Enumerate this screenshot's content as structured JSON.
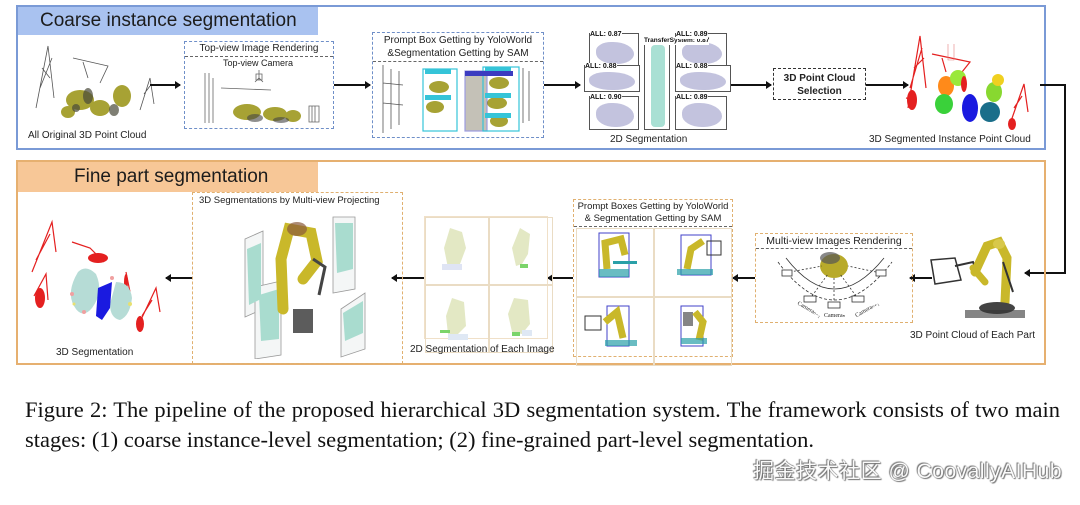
{
  "figure": {
    "stages": {
      "coarse": {
        "title": "Coarse instance segmentation",
        "accent_color": "#a9c2f0",
        "border_color": "#7a9ad6",
        "steps": {
          "original_cloud_label": "All Original 3D Point Cloud",
          "topview_title": "Top-view Image Rendering",
          "topview_camera_label": "Top-view Camera",
          "prompt_box_title_line1": "Prompt Box Getting by YoloWorld",
          "prompt_box_title_line2": "&Segmentation Getting by SAM",
          "seg2d_label": "2D Segmentation",
          "seg2d_tags": [
            "ALL: 0.87",
            "ALL: 0.88",
            "ALL: 0.90",
            "TransferSystem: 0.87",
            "ALL: 0.89",
            "ALL: 0.88",
            "ALL: 0.89"
          ],
          "selection_line1": "3D  Point Cloud",
          "selection_line2": "Selection",
          "segmented_label": "3D Segmented Instance Point Cloud"
        }
      },
      "fine": {
        "title": "Fine part segmentation",
        "accent_color": "#f7c797",
        "border_color": "#e6b070",
        "steps": {
          "part_cloud_label": "3D Point Cloud of Each Part",
          "multiview_title": "Multi-view Images Rendering",
          "camera_labels": [
            "Cameraₙ₋₁",
            "Cameraₙ",
            "Cameraₙ₊₁"
          ],
          "prompt_boxes_title_line1": "Prompt Boxes Getting by YoloWorld",
          "prompt_boxes_title_line2": "& Segmentation Getting by SAM",
          "seg2d_each_label": "2D Segmentation of Each Image",
          "projecting_title": "3D  Segmentations by Multi-view Projecting",
          "final_label": "3D Segmentation"
        }
      }
    },
    "caption": "Figure 2: The pipeline of the proposed hierarchical 3D segmentation system. The framework consists of two main stages: (1) coarse instance-level segmentation; (2) fine-grained part-level segmentation.",
    "watermark": "掘金技术社区 @ CoovallyAIHub"
  }
}
